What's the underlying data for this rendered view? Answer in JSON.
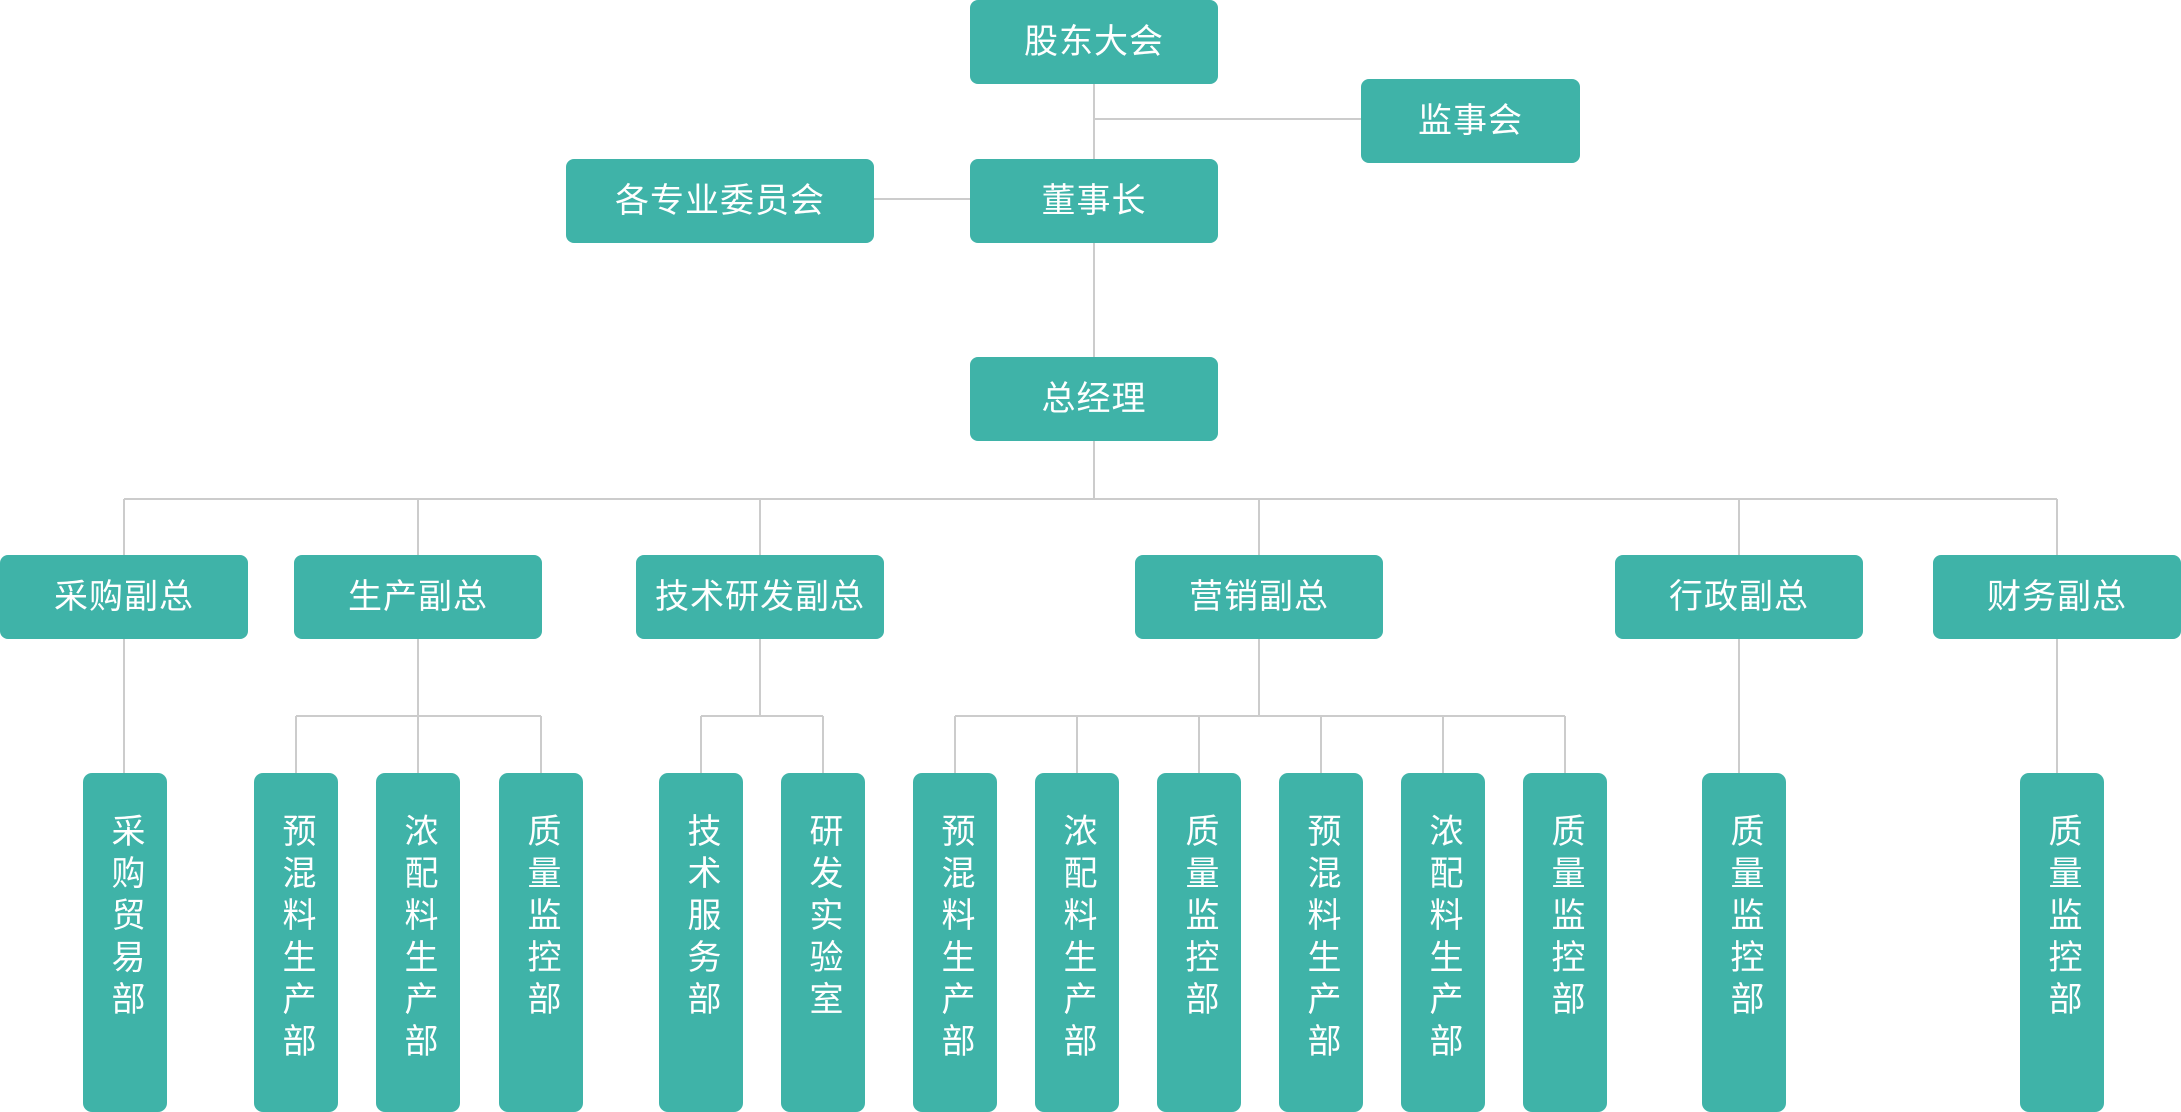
{
  "chart_data": {
    "type": "org-chart",
    "nodes": [
      {
        "id": "gddh",
        "label": "股东大会"
      },
      {
        "id": "jsh",
        "label": "监事会",
        "parent": "gddh"
      },
      {
        "id": "dsz",
        "label": "董事长",
        "parent": "gddh"
      },
      {
        "id": "wyh",
        "label": "各专业委员会",
        "parent": "dsz"
      },
      {
        "id": "zjl",
        "label": "总经理",
        "parent": "dsz"
      },
      {
        "id": "cgfz",
        "label": "采购副总",
        "parent": "zjl"
      },
      {
        "id": "scfz",
        "label": "生产副总",
        "parent": "zjl"
      },
      {
        "id": "jsfz",
        "label": "技术研发副总",
        "parent": "zjl"
      },
      {
        "id": "yxfz",
        "label": "营销副总",
        "parent": "zjl"
      },
      {
        "id": "xzfz",
        "label": "行政副总",
        "parent": "zjl"
      },
      {
        "id": "cwfz",
        "label": "财务副总",
        "parent": "zjl"
      },
      {
        "id": "d1",
        "label": "采购贸易部",
        "parent": "cgfz"
      },
      {
        "id": "d2",
        "label": "预混料生产部",
        "parent": "scfz"
      },
      {
        "id": "d3",
        "label": "浓配料生产部",
        "parent": "scfz"
      },
      {
        "id": "d4",
        "label": "质量监控部",
        "parent": "scfz"
      },
      {
        "id": "d5",
        "label": "技术服务部",
        "parent": "jsfz"
      },
      {
        "id": "d6",
        "label": "研发实验室",
        "parent": "jsfz"
      },
      {
        "id": "d7",
        "label": "预混料生产部",
        "parent": "yxfz"
      },
      {
        "id": "d8",
        "label": "浓配料生产部",
        "parent": "yxfz"
      },
      {
        "id": "d9",
        "label": "质量监控部",
        "parent": "yxfz"
      },
      {
        "id": "d10",
        "label": "预混料生产部",
        "parent": "yxfz"
      },
      {
        "id": "d11",
        "label": "浓配料生产部",
        "parent": "yxfz"
      },
      {
        "id": "d12",
        "label": "质量监控部",
        "parent": "yxfz"
      },
      {
        "id": "d13",
        "label": "质量监控部",
        "parent": "xzfz"
      },
      {
        "id": "d14",
        "label": "质量监控部",
        "parent": "cwfz"
      }
    ],
    "colors": {
      "node_fill": "#3fb3a8",
      "node_text": "#ffffff",
      "connector": "#cccccc"
    }
  }
}
